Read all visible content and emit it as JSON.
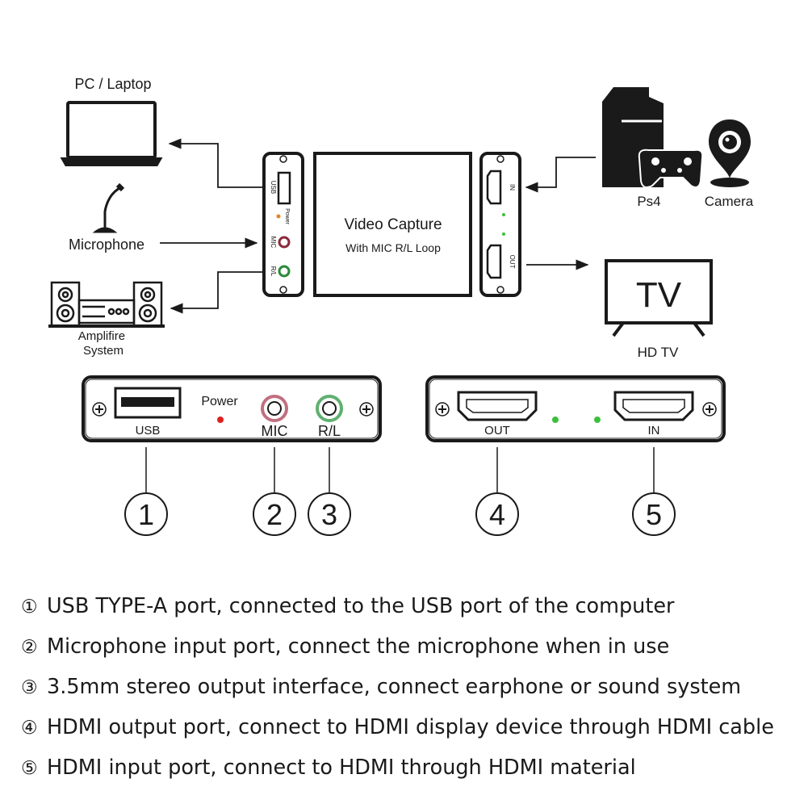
{
  "devices_left": {
    "pc_label": "PC / Laptop",
    "microphone_label": "Microphone",
    "amplifier_label": "Amplifire System"
  },
  "devices_right": {
    "ps4_label": "Ps4",
    "camera_label": "Camera",
    "tv_screen_text": "TV",
    "tv_label": "HD TV"
  },
  "capture_box": {
    "title": "Video Capture",
    "subtitle": "With MIC R/L Loop",
    "left_panel": {
      "usb": "USB",
      "power": "Power",
      "mic": "MIC",
      "rl": "R/L"
    },
    "right_panel": {
      "in": "IN",
      "out": "OUT"
    }
  },
  "front_panel": {
    "usb": "USB",
    "power": "Power",
    "mic": "MIC",
    "rl": "R/L"
  },
  "back_panel": {
    "out": "OUT",
    "in": "IN"
  },
  "callouts": [
    "1",
    "2",
    "3",
    "4",
    "5"
  ],
  "legend": [
    {
      "num": "①",
      "text": "USB TYPE-A port, connected to the USB port of the computer"
    },
    {
      "num": "②",
      "text": "Microphone input port, connect the microphone when in use"
    },
    {
      "num": "③",
      "text": "3.5mm stereo output interface, connect earphone or sound system"
    },
    {
      "num": "④",
      "text": "HDMI output port, connect to HDMI display device through HDMI cable"
    },
    {
      "num": "⑤",
      "text": "HDMI input port, connect to HDMI through HDMI material"
    }
  ],
  "colors": {
    "line": "#1a1a1a",
    "power_led": "#e02020",
    "status_led": "#3cc03c"
  }
}
